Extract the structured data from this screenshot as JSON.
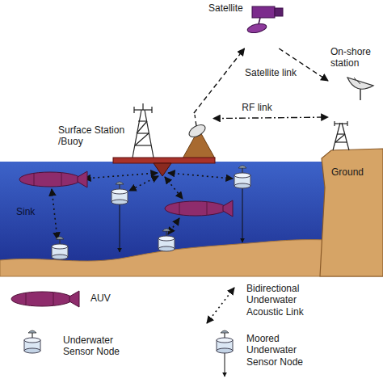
{
  "diagram": {
    "nodes": [
      {
        "text": [
          "Satellite"
        ]
      },
      {
        "text": [
          "On-shore station"
        ]
      },
      {
        "text": [
          "Surface Station /Buoy"
        ]
      }
    ],
    "edges": [
      {
        "from": 2,
        "to": 0,
        "arrow": "to"
      },
      {
        "from": 0,
        "to": 1,
        "label": "Satellite link",
        "arrow": "to"
      },
      {
        "from": 2,
        "to": 1,
        "label": "RF link",
        "arrow": "both"
      }
    ],
    "labels": [
      "Ground",
      "Sink"
    ],
    "legend": [
      {
        "text": "AUV"
      },
      {
        "text": "Bidirectional Underwater Acoustic Link"
      },
      {
        "text": "Underwater Sensor Node"
      },
      {
        "text": "Moored Underwater Sensor Node"
      }
    ]
  }
}
